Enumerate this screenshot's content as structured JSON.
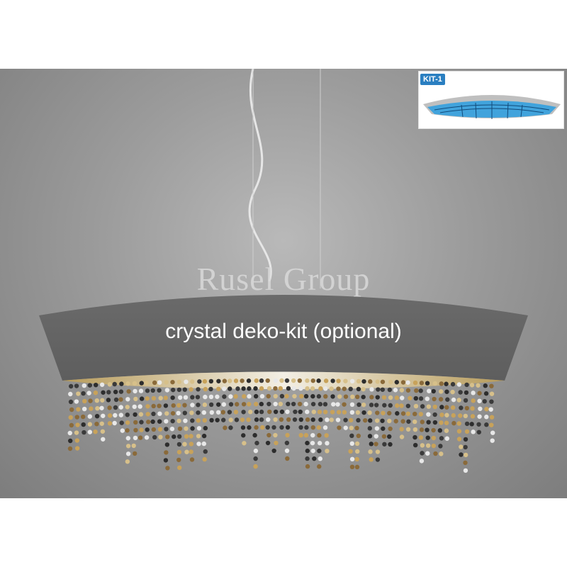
{
  "product_photo": {
    "watermark": "Rusel Group",
    "caption": "crystal deko-kit (optional)"
  },
  "inset": {
    "badge": "KIT-1",
    "accent_color": "#2a7fc1"
  },
  "colors": {
    "shade": "#6e6e6e",
    "background": "#9c9c9c"
  }
}
